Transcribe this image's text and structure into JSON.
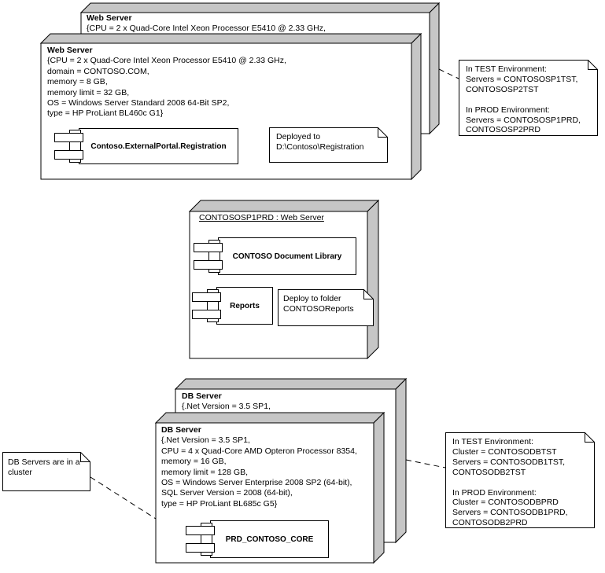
{
  "diagram": {
    "type": "uml-deployment-diagram",
    "background_color": "#ffffff",
    "line_color": "#000000",
    "node_face_color": "#c6c6c6"
  },
  "nodes": {
    "web_back": {
      "title": "Web Server",
      "props": [
        "{CPU = 2 x Quad-Core Intel Xeon Processor E5410 @ 2.33 GHz,"
      ]
    },
    "web_front": {
      "title": "Web Server",
      "props": [
        "{CPU = 2 x Quad-Core Intel Xeon Processor E5410 @ 2.33 GHz,",
        "domain = CONTOSO.COM,",
        "memory = 8 GB,",
        "memory limit = 32 GB,",
        "OS = Windows Server Standard 2008 64-Bit SP2,",
        "type = HP ProLiant BL460c G1}"
      ]
    },
    "web_instance": {
      "title": "CONTOSOSP1PRD : Web Server"
    },
    "db_back": {
      "title": "DB Server",
      "props": [
        "{.Net Version = 3.5 SP1,"
      ]
    },
    "db_front": {
      "title": "DB Server",
      "props": [
        "{.Net Version = 3.5 SP1,",
        "CPU = 4 x Quad-Core AMD Opteron Processor 8354,",
        "memory = 16 GB,",
        "memory limit = 128 GB,",
        "OS = Windows Server Enterprise 2008 SP2 (64-bit),",
        "SQL Server Version = 2008 (64-bit),",
        "type = HP ProLiant BL685c G5}"
      ]
    }
  },
  "components": {
    "registration": {
      "label": "Contoso.ExternalPortal.Registration"
    },
    "document_library": {
      "label": "CONTOSO Document Library"
    },
    "reports": {
      "label": "Reports"
    },
    "prd_contoso_core": {
      "label": "PRD_CONTOSO_CORE"
    }
  },
  "notes": {
    "web_deploy": {
      "lines": [
        "Deployed to",
        "D:\\Contoso\\Registration"
      ]
    },
    "web_environments": {
      "lines": [
        "In TEST Environment:",
        "Servers = CONTOSOSP1TST,",
        "CONTOSOSP2TST",
        "",
        "In PROD Environment:",
        "Servers = CONTOSOSP1PRD,",
        "CONTOSOSP2PRD"
      ]
    },
    "reports_deploy": {
      "lines": [
        "Deploy to folder",
        "CONTOSOReports"
      ]
    },
    "db_cluster": {
      "lines": [
        "DB Servers are in a",
        "cluster"
      ]
    },
    "db_environments": {
      "lines": [
        "In TEST Environment:",
        "Cluster = CONTOSODBTST",
        "Servers = CONTOSODB1TST,",
        "CONTOSODB2TST",
        "",
        "In PROD Environment:",
        "Cluster = CONTOSODBPRD",
        "Servers = CONTOSODB1PRD,",
        "CONTOSODB2PRD"
      ]
    }
  }
}
